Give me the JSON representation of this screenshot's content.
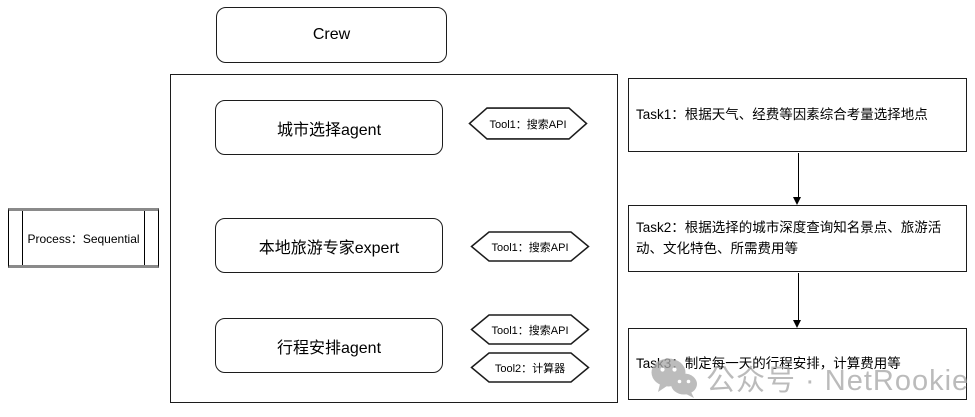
{
  "diagram": {
    "crew": {
      "label": "Crew"
    },
    "process": {
      "label": "Process：Sequential"
    },
    "agents": [
      {
        "label": "城市选择agent"
      },
      {
        "label": "本地旅游专家expert"
      },
      {
        "label": "行程安排agent"
      }
    ],
    "tools": [
      {
        "label": "Tool1：搜索API",
        "attached_to": "城市选择agent"
      },
      {
        "label": "Tool1：搜索API",
        "attached_to": "本地旅游专家expert"
      },
      {
        "label": "Tool1：搜索API",
        "attached_to": "行程安排agent"
      },
      {
        "label": "Tool2：计算器",
        "attached_to": "行程安排agent"
      }
    ],
    "tasks": [
      {
        "label": "Task1：根据天气、经费等因素综合考量选择地点"
      },
      {
        "label": "Task2：根据选择的城市深度查询知名景点、旅游活动、文化特色、所需费用等"
      },
      {
        "label": "Task3：制定每一天的行程安排，计算费用等"
      }
    ],
    "watermark": {
      "text": "公众号 · NetRookie"
    },
    "colors": {
      "line": "#1c1c1c",
      "background": "#ffffff",
      "watermark_gray": "#a9a9a9",
      "process_edge_gray": "#8a8a8a"
    }
  }
}
